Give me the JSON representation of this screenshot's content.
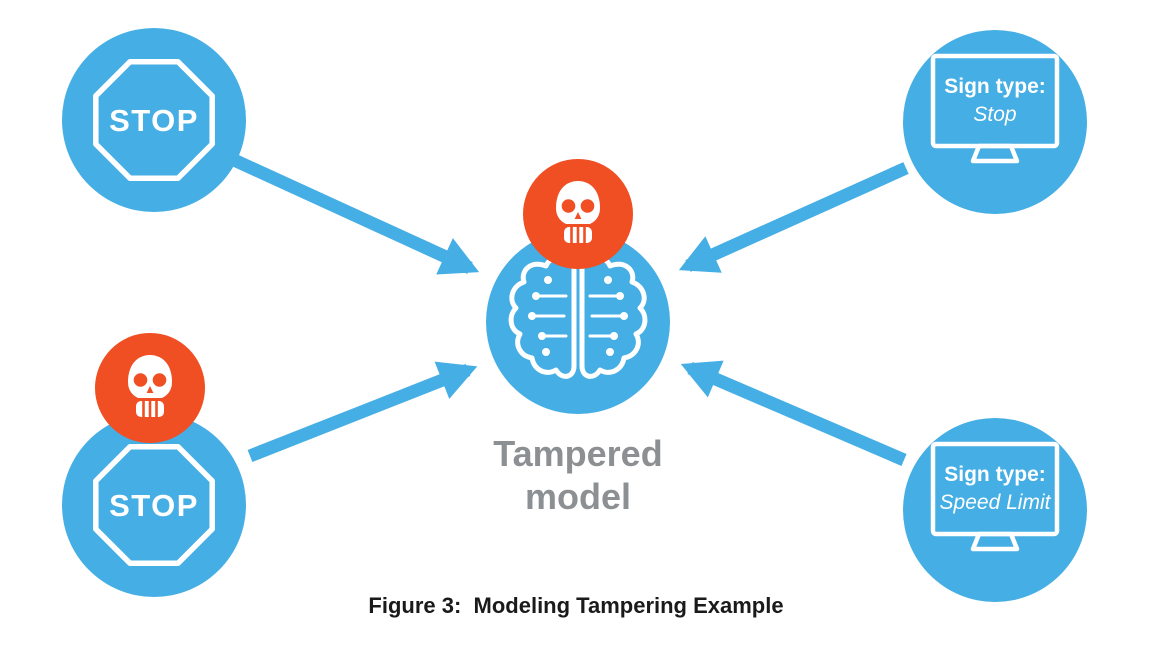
{
  "colors": {
    "blue": "#45AEE4",
    "orange": "#F04E23",
    "label_gray": "#8D9093",
    "caption_dark": "#1A1A1A"
  },
  "top_left_sign": {
    "label": "STOP"
  },
  "bottom_left_sign": {
    "label": "STOP"
  },
  "center_model": {
    "title_line1": "Tampered",
    "title_line2": "model"
  },
  "top_right_output": {
    "line1": "Sign type:",
    "line2": "Stop"
  },
  "bottom_right_output": {
    "line1": "Sign type:",
    "line2": "Speed Limit"
  },
  "caption": "Figure 3:  Modeling Tampering Example",
  "icons": {
    "stop_sign": "stop-sign-octagon-icon",
    "skull": "skull-icon",
    "brain": "ai-brain-circuit-icon",
    "monitor": "monitor-icon"
  }
}
